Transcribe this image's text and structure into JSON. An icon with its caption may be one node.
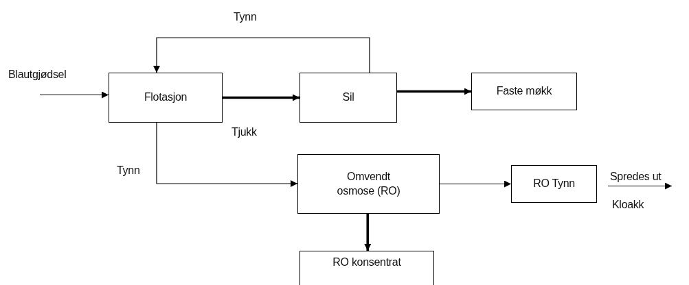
{
  "diagram": {
    "nodes": [
      {
        "text": [
          "Flotasjon"
        ]
      },
      {
        "text": [
          "Sil"
        ]
      },
      {
        "text": [
          "Faste møkk"
        ]
      },
      {
        "text": [
          "Omvendt osmose (RO)"
        ]
      },
      {
        "text": [
          "RO Tynn"
        ]
      },
      {
        "text": [
          "RO konsentrat"
        ]
      }
    ],
    "edges": [
      {
        "from": null,
        "to": 0,
        "arrow": "to",
        "label": "Blautgjødsel"
      },
      {
        "from": 0,
        "to": 1,
        "arrow": "to",
        "label": "Tjukk",
        "style": "thick"
      },
      {
        "from": 1,
        "to": 0,
        "arrow": "to",
        "label": "Tynn"
      },
      {
        "from": 0,
        "to": 3,
        "arrow": "to",
        "label": "Tynn"
      },
      {
        "from": 1,
        "to": 2,
        "arrow": "to",
        "style": "thick"
      },
      {
        "from": 3,
        "to": 4,
        "arrow": "to"
      },
      {
        "from": 3,
        "to": 5,
        "arrow": "to",
        "style": "thick"
      },
      {
        "from": 4,
        "to": null,
        "arrow": "to",
        "label": "Spredes ut"
      }
    ],
    "labels": [
      "Kloakk"
    ]
  }
}
